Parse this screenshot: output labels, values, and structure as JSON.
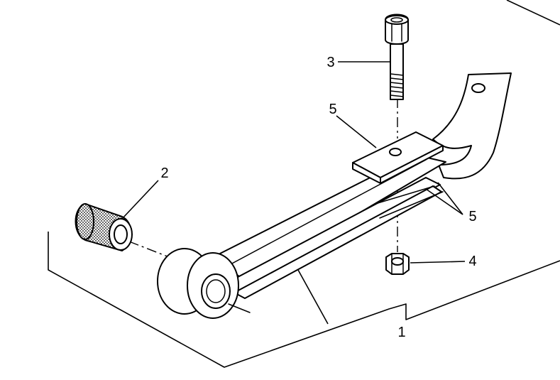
{
  "diagram": {
    "callouts": [
      {
        "id": "1",
        "label": "1"
      },
      {
        "id": "2",
        "label": "2"
      },
      {
        "id": "3",
        "label": "3"
      },
      {
        "id": "4",
        "label": "4"
      },
      {
        "id": "5a",
        "label": "5"
      },
      {
        "id": "5b",
        "label": "5"
      }
    ],
    "parts": [
      {
        "callout": "1",
        "icon": "leaf-spring-icon"
      },
      {
        "callout": "2",
        "icon": "rubber-bushing-icon"
      },
      {
        "callout": "3",
        "icon": "socket-head-bolt-icon"
      },
      {
        "callout": "4",
        "icon": "hex-nut-icon"
      },
      {
        "callout": "5",
        "icon": "spacer-plate-icon"
      }
    ],
    "colors": {
      "line": "#000000",
      "background": "#ffffff"
    }
  }
}
